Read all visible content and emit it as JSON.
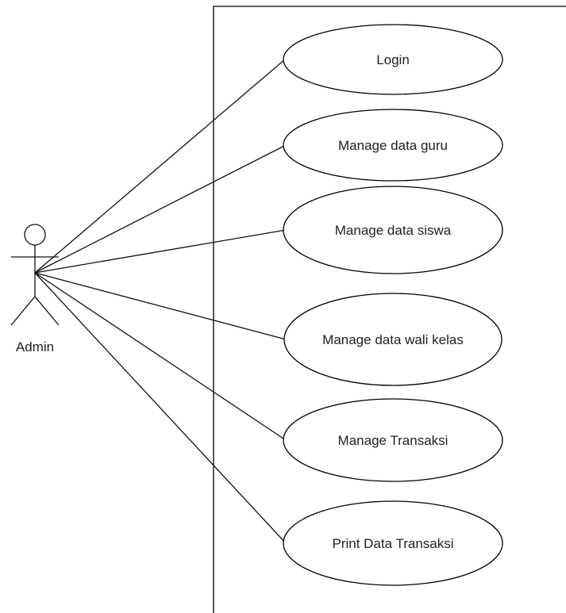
{
  "actor": {
    "label": "Admin"
  },
  "use_cases": [
    {
      "label": "Login"
    },
    {
      "label": "Manage data guru"
    },
    {
      "label": "Manage data siswa"
    },
    {
      "label": "Manage data wali kelas"
    },
    {
      "label": "Manage Transaksi"
    },
    {
      "label": "Print Data Transaksi"
    }
  ],
  "colors": {
    "stroke": "#000000",
    "text": "#222222",
    "background": "#ffffff"
  }
}
